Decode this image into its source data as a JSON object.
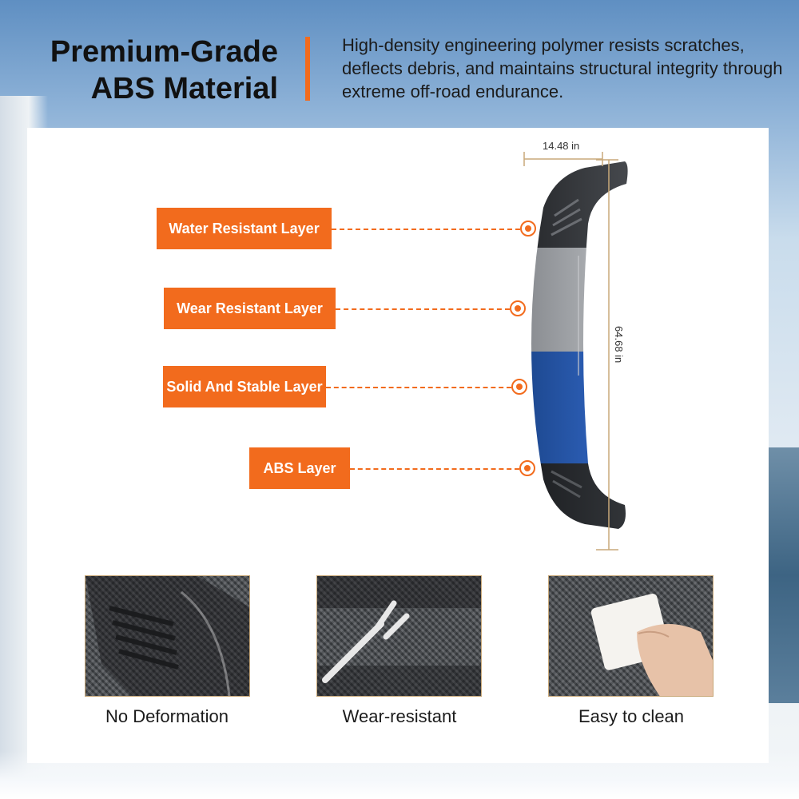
{
  "header": {
    "title_line1": "Premium-Grade",
    "title_line2": "ABS Material",
    "description": "High-density engineering polymer resists scratches, deflects debris, and maintains structural integrity through extreme off-road endurance."
  },
  "diagram": {
    "width_label": "14.48 in",
    "height_label": "64.68 in",
    "layers": [
      {
        "label": "Water Resistant Layer"
      },
      {
        "label": "Wear Resistant Layer"
      },
      {
        "label": "Solid And Stable Layer"
      },
      {
        "label": "ABS Layer"
      }
    ]
  },
  "features": [
    {
      "caption": "No Deformation",
      "icon": "deformation-photo"
    },
    {
      "caption": "Wear-resistant",
      "icon": "wrench-scratch-photo"
    },
    {
      "caption": "Easy to clean",
      "icon": "wipe-clean-photo"
    }
  ],
  "colors": {
    "accent": "#f26b1d",
    "fender_black": "#2b2d31",
    "fender_gray": "#8e9196",
    "fender_blue": "#1f4f9e"
  }
}
